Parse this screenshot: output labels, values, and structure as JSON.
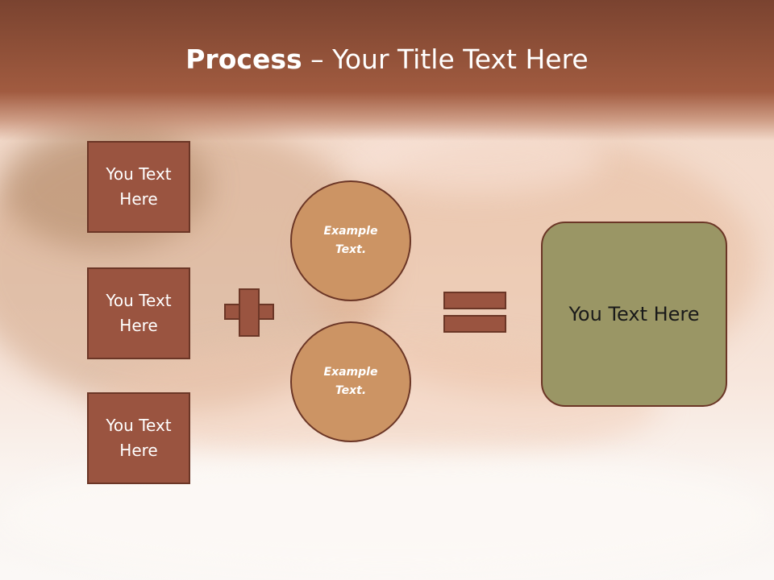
{
  "slide": {
    "title_bold": "Process",
    "title_rest": " – Your Title Text Here",
    "boxes": [
      {
        "label": "You Text Here"
      },
      {
        "label": "You Text Here"
      },
      {
        "label": "You Text Here"
      }
    ],
    "circles": [
      {
        "label": "Example Text."
      },
      {
        "label": "Example Text."
      }
    ],
    "result": {
      "label": "You Text Here"
    },
    "colors": {
      "header": "#8f5038",
      "box": "#9a5440",
      "circle": "#cc9464",
      "result": "#9a9665",
      "outline": "#6b3626"
    }
  }
}
